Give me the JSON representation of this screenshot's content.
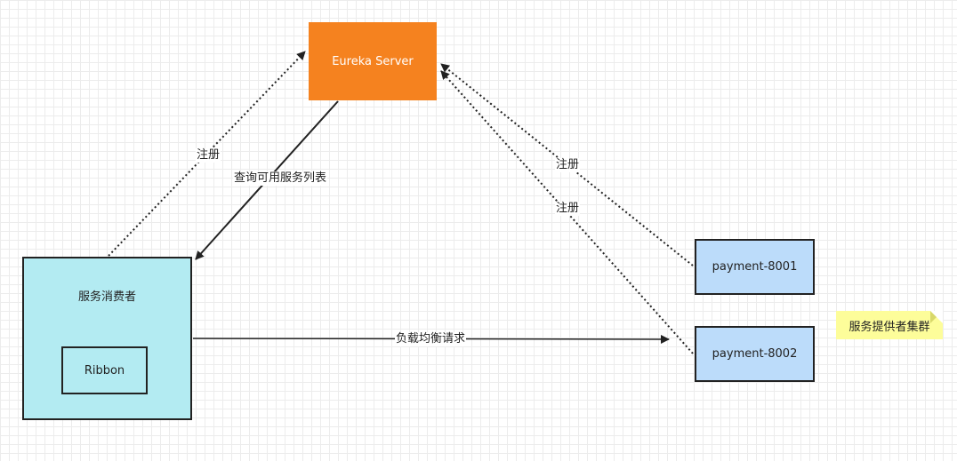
{
  "nodes": {
    "eureka": "Eureka Server",
    "consumer": "服务消费者",
    "ribbon": "Ribbon",
    "payment1": "payment-8001",
    "payment2": "payment-8002"
  },
  "edges": {
    "consumer_register": "注册",
    "query_services": "查询可用服务列表",
    "p1_register": "注册",
    "p2_register": "注册",
    "load_balance": "负载均衡请求"
  },
  "note": "服务提供者集群",
  "colors": {
    "eureka": "#f5821f",
    "consumer": "#b3ebf2",
    "provider": "#bcdcfa",
    "note": "#fdfd9a",
    "line": "#222222"
  }
}
